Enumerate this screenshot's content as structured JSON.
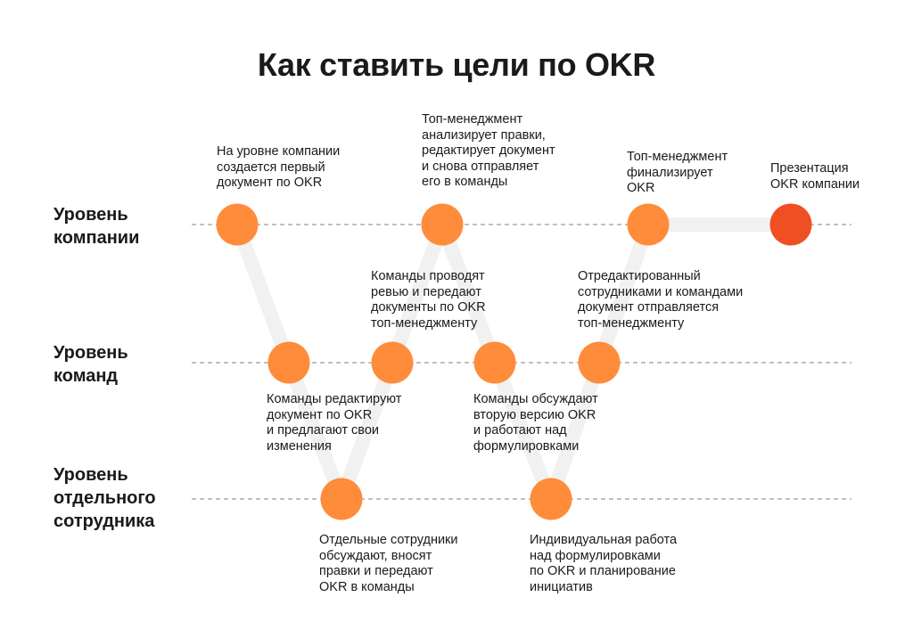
{
  "title": "Как ставить цели по OKR",
  "levels": {
    "company": "Уровень\nкомпании",
    "teams": "Уровень\nкоманд",
    "individual": "Уровень\nотдельного\nсотрудника"
  },
  "steps": [
    {
      "level": "company",
      "text": "На уровне компании\nсоздается первый\nдокумент по OKR"
    },
    {
      "level": "teams",
      "text": "Команды редактируют\nдокумент по OKR\nи предлагают свои\nизменения"
    },
    {
      "level": "individual",
      "text": "Отдельные сотрудники\nобсуждают, вносят\nправки и передают\nOKR в команды"
    },
    {
      "level": "teams",
      "text": "Команды проводят\nревью и передают\nдокументы по OKR\nтоп-менеджменту"
    },
    {
      "level": "company",
      "text": "Топ-менеджмент\nанализирует правки,\nредактирует документ\nи снова отправляет\nего в команды"
    },
    {
      "level": "teams",
      "text": "Команды обсуждают\nвторую версию OKR\nи работают над\nформулировками"
    },
    {
      "level": "individual",
      "text": "Индивидуальная работа\nнад формулировками\nпо OKR и планирование\nинициатив"
    },
    {
      "level": "teams",
      "text": "Отредактированный\nсотрудниками и командами\nдокумент отправляется\nтоп-менеджменту"
    },
    {
      "level": "company",
      "text": "Топ-менеджмент\nфинализирует\nOKR"
    },
    {
      "level": "company",
      "text": "Презентация\nOKR компании"
    }
  ],
  "colors": {
    "node": "#FF8C3A",
    "final_node": "#F04E23",
    "path": "#F1F1F1",
    "dash": "#9A9A9A",
    "text": "#1a1a1a"
  }
}
